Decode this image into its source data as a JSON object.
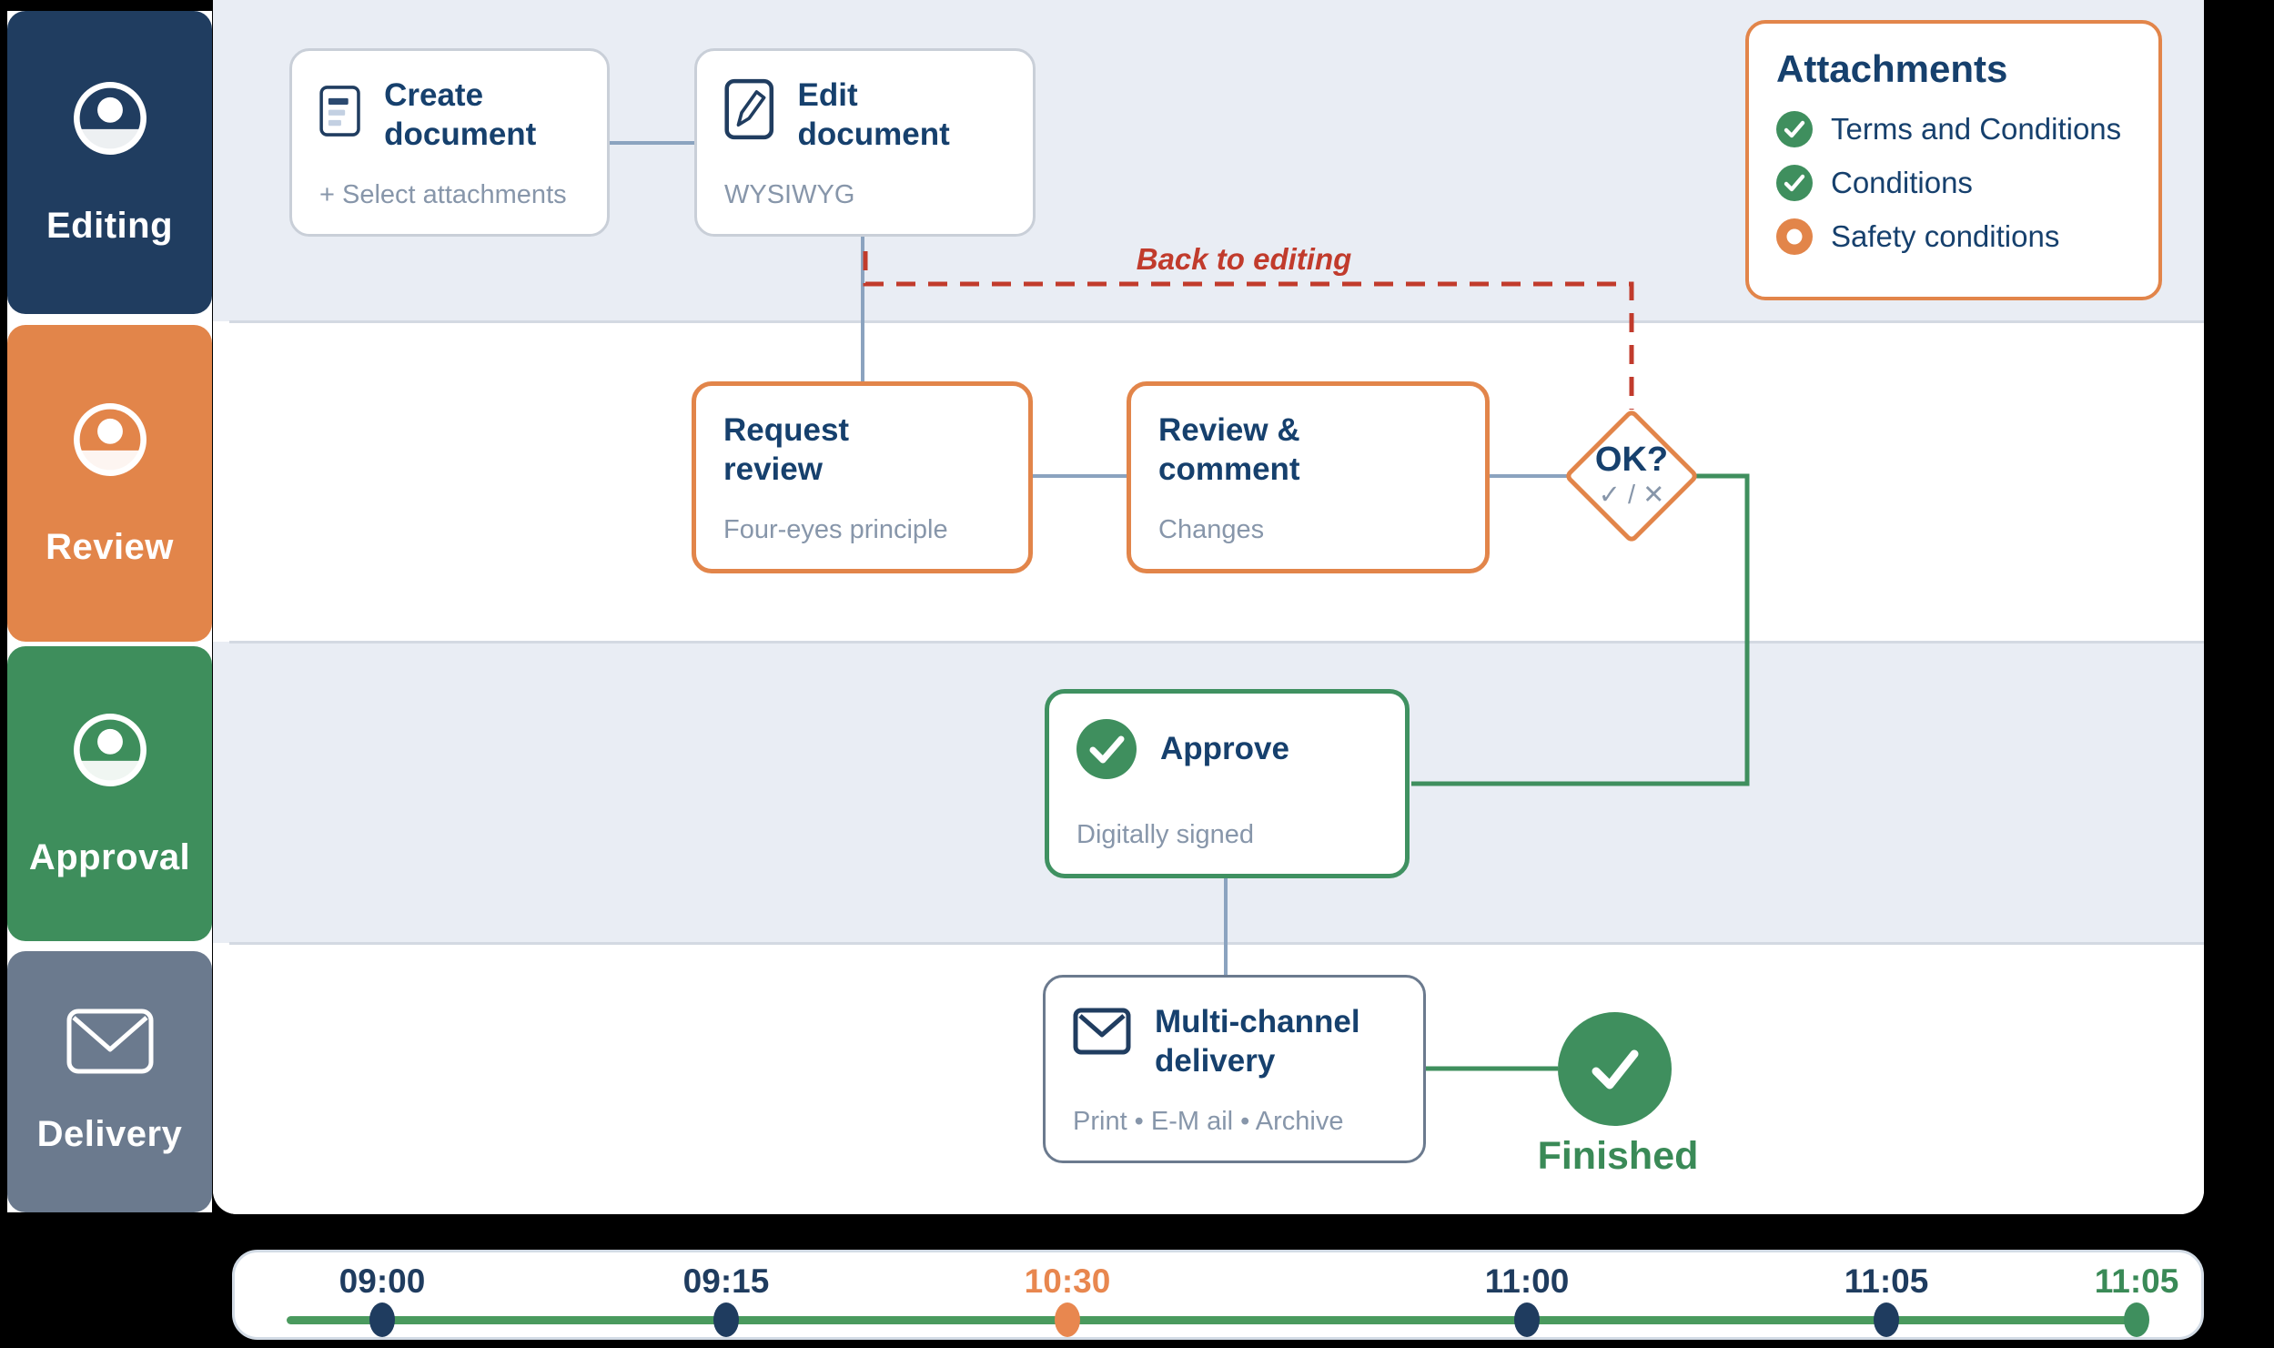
{
  "lanes": [
    {
      "label": "Editing",
      "color": "#203d60",
      "icon": "person-icon"
    },
    {
      "label": "Review",
      "color": "#e2854a",
      "icon": "person-icon"
    },
    {
      "label": "Approval",
      "color": "#3e8e5c",
      "icon": "person-icon"
    },
    {
      "label": "Delivery",
      "color": "#6b7a8e",
      "icon": "envelope-icon"
    }
  ],
  "nodes": {
    "create_document": {
      "title": "Create document",
      "subtitle": "+ Select attachments",
      "icon": "document-lines-icon"
    },
    "edit_document": {
      "title": "Edit document",
      "subtitle": "WYSIWYG",
      "icon": "pencil-icon"
    },
    "request_review": {
      "title": "Request review",
      "subtitle": "Four-eyes principle"
    },
    "review_comment": {
      "title": "Review & comment",
      "subtitle": "Changes"
    },
    "ok_decision": {
      "title": "OK?",
      "subtitle": "✓ / ✕"
    },
    "approve": {
      "title": "Approve",
      "subtitle": "Digitally signed",
      "icon": "check-circle-icon"
    },
    "multichannel": {
      "title": "Multi-channel delivery",
      "subtitle": "Print • E-M ail • Archive",
      "icon": "envelope-icon"
    },
    "finished": {
      "label": "Finished",
      "icon": "check-circle-icon"
    }
  },
  "edges": {
    "back_to_editing_label": "Back to editing"
  },
  "attachments": {
    "title": "Attachments",
    "items": [
      {
        "label": "Terms and Conditions",
        "status": "done",
        "icon": "check-circle-icon"
      },
      {
        "label": "Conditions",
        "status": "done",
        "icon": "check-circle-icon"
      },
      {
        "label": "Safety conditions",
        "status": "pending",
        "icon": "dot-circle-icon"
      }
    ]
  },
  "timeline": {
    "ticks": [
      {
        "label": "09:00",
        "state": "past"
      },
      {
        "label": "09:15",
        "state": "past"
      },
      {
        "label": "10:30",
        "state": "current"
      },
      {
        "label": "11:00",
        "state": "past"
      },
      {
        "label": "11:05",
        "state": "past"
      },
      {
        "label": "11:05",
        "state": "end"
      }
    ]
  },
  "palette": {
    "navy": "#203d60",
    "orange": "#e2854a",
    "green": "#3f8f5e",
    "slate": "#6b7a8e",
    "title_navy": "#16406d",
    "subtitle_gray": "#8796aa",
    "connector_gray": "#8ba3bf",
    "red": "#c13b2c",
    "lane_light": "#e9edf4",
    "timeline_green": "#4a9a5e"
  }
}
